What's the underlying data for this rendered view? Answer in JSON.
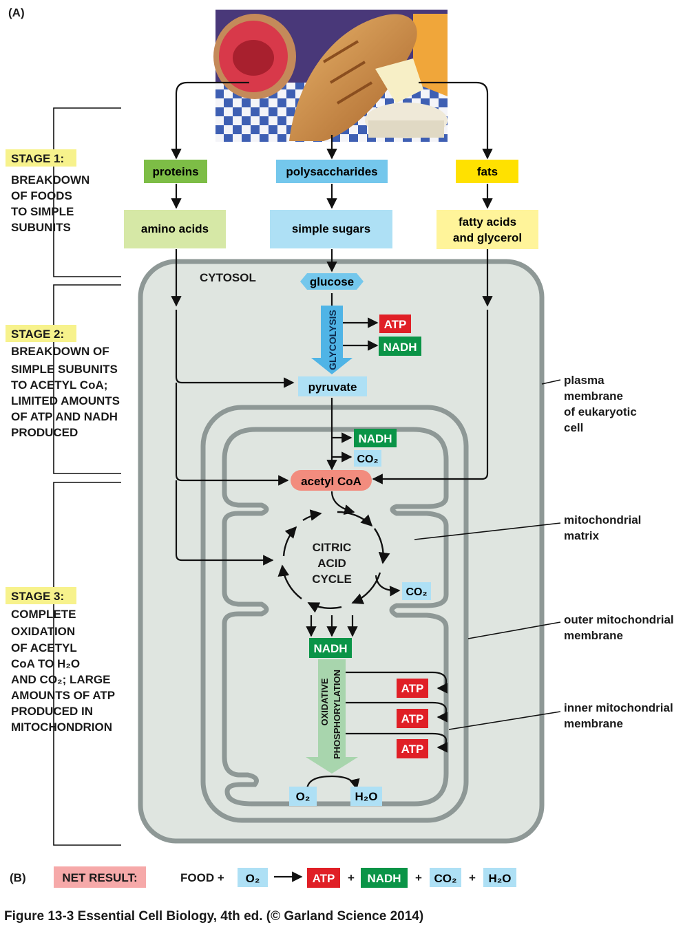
{
  "panel_labels": {
    "a": "(A)",
    "b": "(B)"
  },
  "stages": [
    {
      "title": "STAGE 1:",
      "lines": [
        "BREAKDOWN",
        "OF FOODS",
        "TO SIMPLE",
        "SUBUNITS"
      ]
    },
    {
      "title": "STAGE 2:",
      "lines": [
        "BREAKDOWN OF",
        "SIMPLE SUBUNITS",
        "TO ACETYL CoA;",
        "LIMITED AMOUNTS",
        "OF ATP AND NADH",
        "PRODUCED"
      ]
    },
    {
      "title": "STAGE 3:",
      "lines": [
        "COMPLETE",
        "OXIDATION",
        "OF ACETYL",
        "CoA TO H₂O",
        "AND CO₂; LARGE",
        "AMOUNTS OF ATP",
        "PRODUCED IN",
        "MITOCHONDRION"
      ]
    }
  ],
  "food_groups": {
    "proteins": "proteins",
    "polysaccharides": "polysaccharides",
    "fats": "fats"
  },
  "subunits": {
    "amino_acids": "amino acids",
    "simple_sugars": "simple sugars",
    "fatty_acids_line1": "fatty acids",
    "fatty_acids_line2": "and glycerol"
  },
  "compartments": {
    "cytosol": "CYTOSOL"
  },
  "metabolites": {
    "glucose": "glucose",
    "glycolysis": "GLYCOLYSIS",
    "pyruvate": "pyruvate",
    "acetyl_coa": "acetyl CoA",
    "citric_line1": "CITRIC",
    "citric_line2": "ACID",
    "citric_line3": "CYCLE",
    "oxphos_line1": "OXIDATIVE",
    "oxphos_line2": "PHOSPHORYLATION",
    "o2": "O₂",
    "h2o": "H₂O"
  },
  "products": {
    "atp": "ATP",
    "nadh": "NADH",
    "co2": "CO₂"
  },
  "annotations": {
    "plasma_membrane": [
      "plasma",
      "membrane",
      "of eukaryotic",
      "cell"
    ],
    "matrix": [
      "mitochondrial",
      "matrix"
    ],
    "outer_membrane": [
      "outer mitochondrial",
      "membrane"
    ],
    "inner_membrane": [
      "inner mitochondrial",
      "membrane"
    ]
  },
  "net_result": {
    "label": "NET RESULT:",
    "food": "FOOD +",
    "o2": "O₂",
    "atp": "ATP",
    "plus": "+",
    "nadh": "NADH",
    "co2": "CO₂",
    "h2o": "H₂O"
  },
  "caption": "Figure 13-3  Essential Cell Biology, 4th ed. (© Garland Science 2014)",
  "colors": {
    "stage_title_bg": "#f7f28c",
    "proteins": "#7dbd46",
    "amino_acids": "#d6e8a6",
    "polysaccharides": "#74c7ec",
    "simple_sugars": "#aee0f5",
    "fats": "#ffe100",
    "fatty_acids": "#fff49a",
    "cytosol": "#dfe5e0",
    "membrane": "#8e9896",
    "atp": "#e01f26",
    "nadh": "#0a9447",
    "co2": "#aee0f5",
    "acetyl_coa": "#f28c7e",
    "net_result": "#f6a9a9",
    "oxphos": "#a8d5ad",
    "glycolysis": "#4fb4e6"
  }
}
